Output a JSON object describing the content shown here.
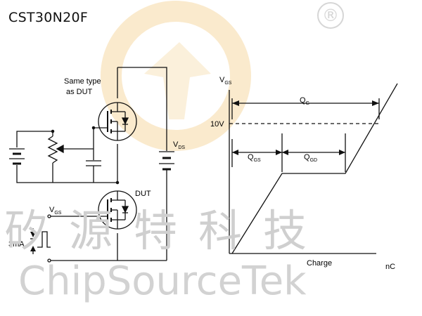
{
  "title": "CST30N20F",
  "watermark": {
    "registered": "®",
    "chinese": "矽源特科技",
    "english": "ChipSourceTek"
  },
  "circuit": {
    "same_type_line1": "Same type",
    "same_type_line2": "as DUT",
    "dut_label": "DUT",
    "vds_main": "V",
    "vds_sub": "DS",
    "vgs_main": "V",
    "vgs_sub": "GS",
    "current_label": "3mA"
  },
  "waveform": {
    "vgs_main": "V",
    "vgs_sub": "GS",
    "qg_main": "Q",
    "qg_sub": "G",
    "level_10v": "10V",
    "qgs_main": "Q",
    "qgs_sub": "GS",
    "qgd_main": "Q",
    "qgd_sub": "GD",
    "x_label": "Charge",
    "x_unit": "nC"
  },
  "colors": {
    "line": "#111111",
    "watermark_orange": "#f6d9a6"
  }
}
